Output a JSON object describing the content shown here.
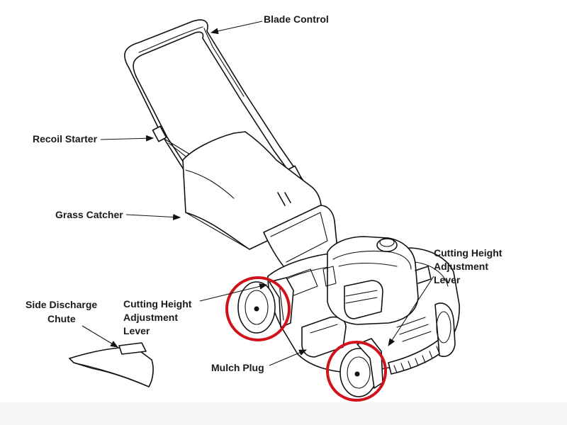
{
  "labels": {
    "blade_control": "Blade Control",
    "recoil_starter": "Recoil Starter",
    "grass_catcher": "Grass Catcher",
    "side_discharge_line1": "Side Discharge",
    "side_discharge_line2": "Chute",
    "cutting_height_left_line1": "Cutting Height",
    "cutting_height_left_line2": "Adjustment",
    "cutting_height_left_line3": "Lever",
    "cutting_height_right_line1": "Cutting Height",
    "cutting_height_right_line2": "Adjustment",
    "cutting_height_right_line3": "Lever",
    "mulch_plug": "Mulch Plug"
  },
  "colors": {
    "highlight_circle": "#d0121b",
    "line": "#111111",
    "background": "#ffffff"
  }
}
